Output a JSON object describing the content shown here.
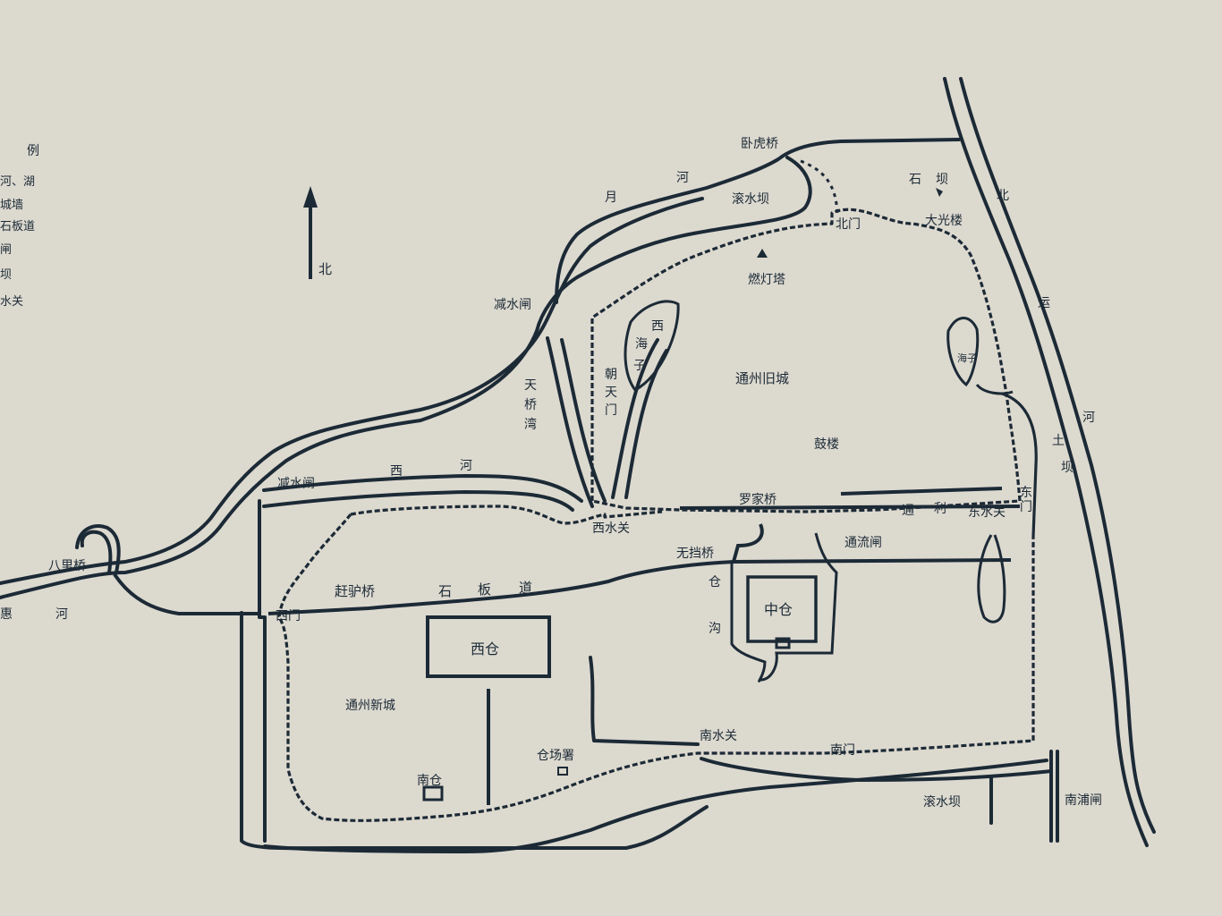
{
  "legend": {
    "title": "例",
    "items": [
      "河、湖",
      "城墙",
      "石板道",
      "闸",
      "坝",
      "水关"
    ]
  },
  "north_arrow": {
    "label": "北"
  },
  "labels": {
    "wohu_bridge": "卧虎桥",
    "yue_he_1": "月",
    "yue_he_2": "河",
    "gunshui_ba_top": "滚水坝",
    "shi_ba": "石",
    "shi_ba_2": "坝",
    "dagunag_lou": "大光楼",
    "bei_men": "北门",
    "randeng_ta": "燃灯塔",
    "beiyun_1": "北",
    "beiyun_2": "运",
    "beiyun_3": "河",
    "jianshui_zha_top": "减水闸",
    "xi_haizi_1": "西",
    "xi_haizi_2": "海",
    "xi_haizi_3": "子",
    "chaotian_men_1": "朝",
    "chaotian_men_2": "天",
    "chaotian_men_3": "门",
    "tianqiao_wan_1": "天",
    "tianqiao_wan_2": "桥",
    "tianqiao_wan_3": "湾",
    "tongzhou_old": "通州旧城",
    "gu_lou": "鼓楼",
    "hai_zi_east": "海子",
    "tu_ba_1": "土",
    "tu_ba_2": "坝",
    "dong_men_1": "东",
    "dong_men_2": "门",
    "jianshui_zha_west": "减水闸",
    "xi_he_1": "西",
    "xi_he_2": "河",
    "luojia_bridge": "罗家桥",
    "tongli_1": "通",
    "tongli_2": "利",
    "dong_shuiguan": "东水关",
    "xi_shuiguan": "西水关",
    "wudang_bridge": "无挡桥",
    "tongliu_zha": "通流闸",
    "ba_li_bridge": "八里桥",
    "tonghui_1": "惠",
    "tonghui_2": "河",
    "ganlv_bridge": "赶驴桥",
    "shibandao_1": "石",
    "shibandao_2": "板",
    "shibandao_3": "道",
    "xi_men": "西门",
    "cang_gou_1": "仓",
    "cang_gou_2": "沟",
    "zhong_cang": "中仓",
    "xi_cang": "西仓",
    "tongzhou_new": "通州新城",
    "nan_shuiguan": "南水关",
    "nan_men": "南门",
    "cangchang_shu": "仓场署",
    "nan_cang": "南仓",
    "gunshui_ba_bottom": "滚水坝",
    "nanpu_zha": "南浦闸"
  },
  "colors": {
    "paper": "#dcd9cf",
    "ink": "#1c2a36"
  }
}
